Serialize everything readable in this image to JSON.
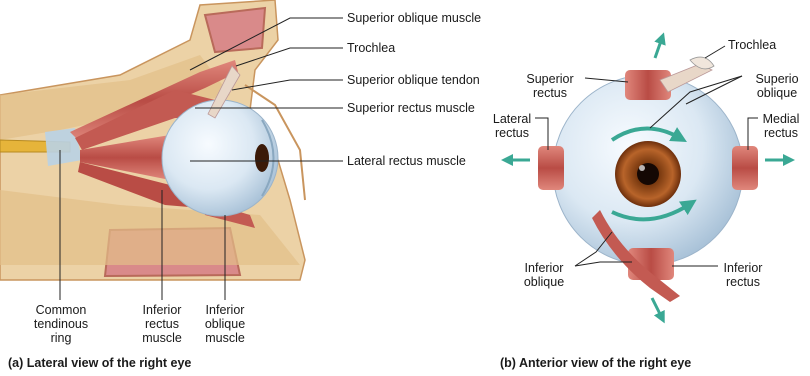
{
  "lateral_view": {
    "caption": "(a) Lateral view of the right eye",
    "labels": {
      "superior_oblique_muscle": "Superior oblique muscle",
      "trochlea": "Trochlea",
      "superior_oblique_tendon": "Superior oblique tendon",
      "superior_rectus_muscle": "Superior rectus muscle",
      "lateral_rectus_muscle": "Lateral rectus muscle",
      "common_tendinous_ring": [
        "Common",
        "tendinous",
        "ring"
      ],
      "inferior_rectus_muscle": [
        "Inferior",
        "rectus",
        "muscle"
      ],
      "inferior_oblique_muscle": [
        "Inferior",
        "oblique",
        "muscle"
      ]
    }
  },
  "anterior_view": {
    "caption": "(b) Anterior view of the right eye",
    "labels": {
      "trochlea": "Trochlea",
      "superior_rectus": [
        "Superior",
        "rectus"
      ],
      "superior_oblique": [
        "Superio",
        "oblique"
      ],
      "lateral_rectus": [
        "Lateral",
        "rectus"
      ],
      "medial_rectus": [
        "Medial",
        "rectus"
      ],
      "inferior_oblique": [
        "Inferior",
        "oblique"
      ],
      "inferior_rectus": [
        "Inferior",
        "rectus"
      ]
    }
  },
  "colors": {
    "muscle": "#c9605a",
    "muscle_light": "#e39a8f",
    "bone": "#e8c89a",
    "bone_dark": "#c9955e",
    "sclera": "#e4eef6",
    "iris": "#a0521f",
    "arrow": "#3aa894",
    "leader": "#222222"
  }
}
